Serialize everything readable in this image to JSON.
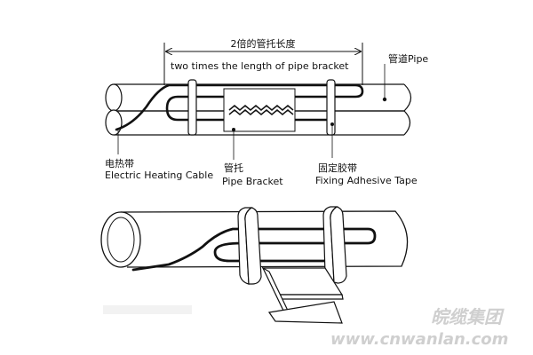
{
  "dimension": {
    "label_cn": "2倍的管托长度",
    "label_en": "two times the length of pipe bracket"
  },
  "labels": {
    "pipe": "管道Pipe",
    "cable_cn": "电热带",
    "cable_en": "Electric Heating Cable",
    "bracket_cn": "管托",
    "bracket_en": "Pipe Bracket",
    "tape_cn": "固定胶带",
    "tape_en": "Fixing Adhesive Tape"
  },
  "watermark": {
    "brand_cn": "皖缆集团",
    "url": "www.cnwanlan.com"
  },
  "colors": {
    "line": "#111111",
    "watermark": "#cfcfcf"
  }
}
